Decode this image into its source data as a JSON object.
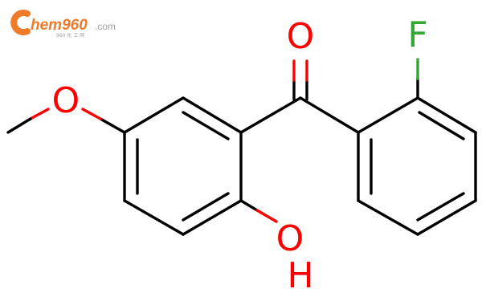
{
  "watermark": {
    "brand_main": "hem960",
    "brand_dotcom": ".com",
    "brand_sub": "960 化 工 网",
    "colors": {
      "brand_orange": "#f07a28",
      "brand_grey": "#9e9e9e"
    }
  },
  "molecule": {
    "atoms": {
      "carbonyl_o": "O",
      "fluorine": "F",
      "methoxy_o": "O",
      "hydroxyl": "OH"
    },
    "colors": {
      "bond": "#000000",
      "oxygen": "#ff0000",
      "fluorine": "#33a833"
    }
  }
}
